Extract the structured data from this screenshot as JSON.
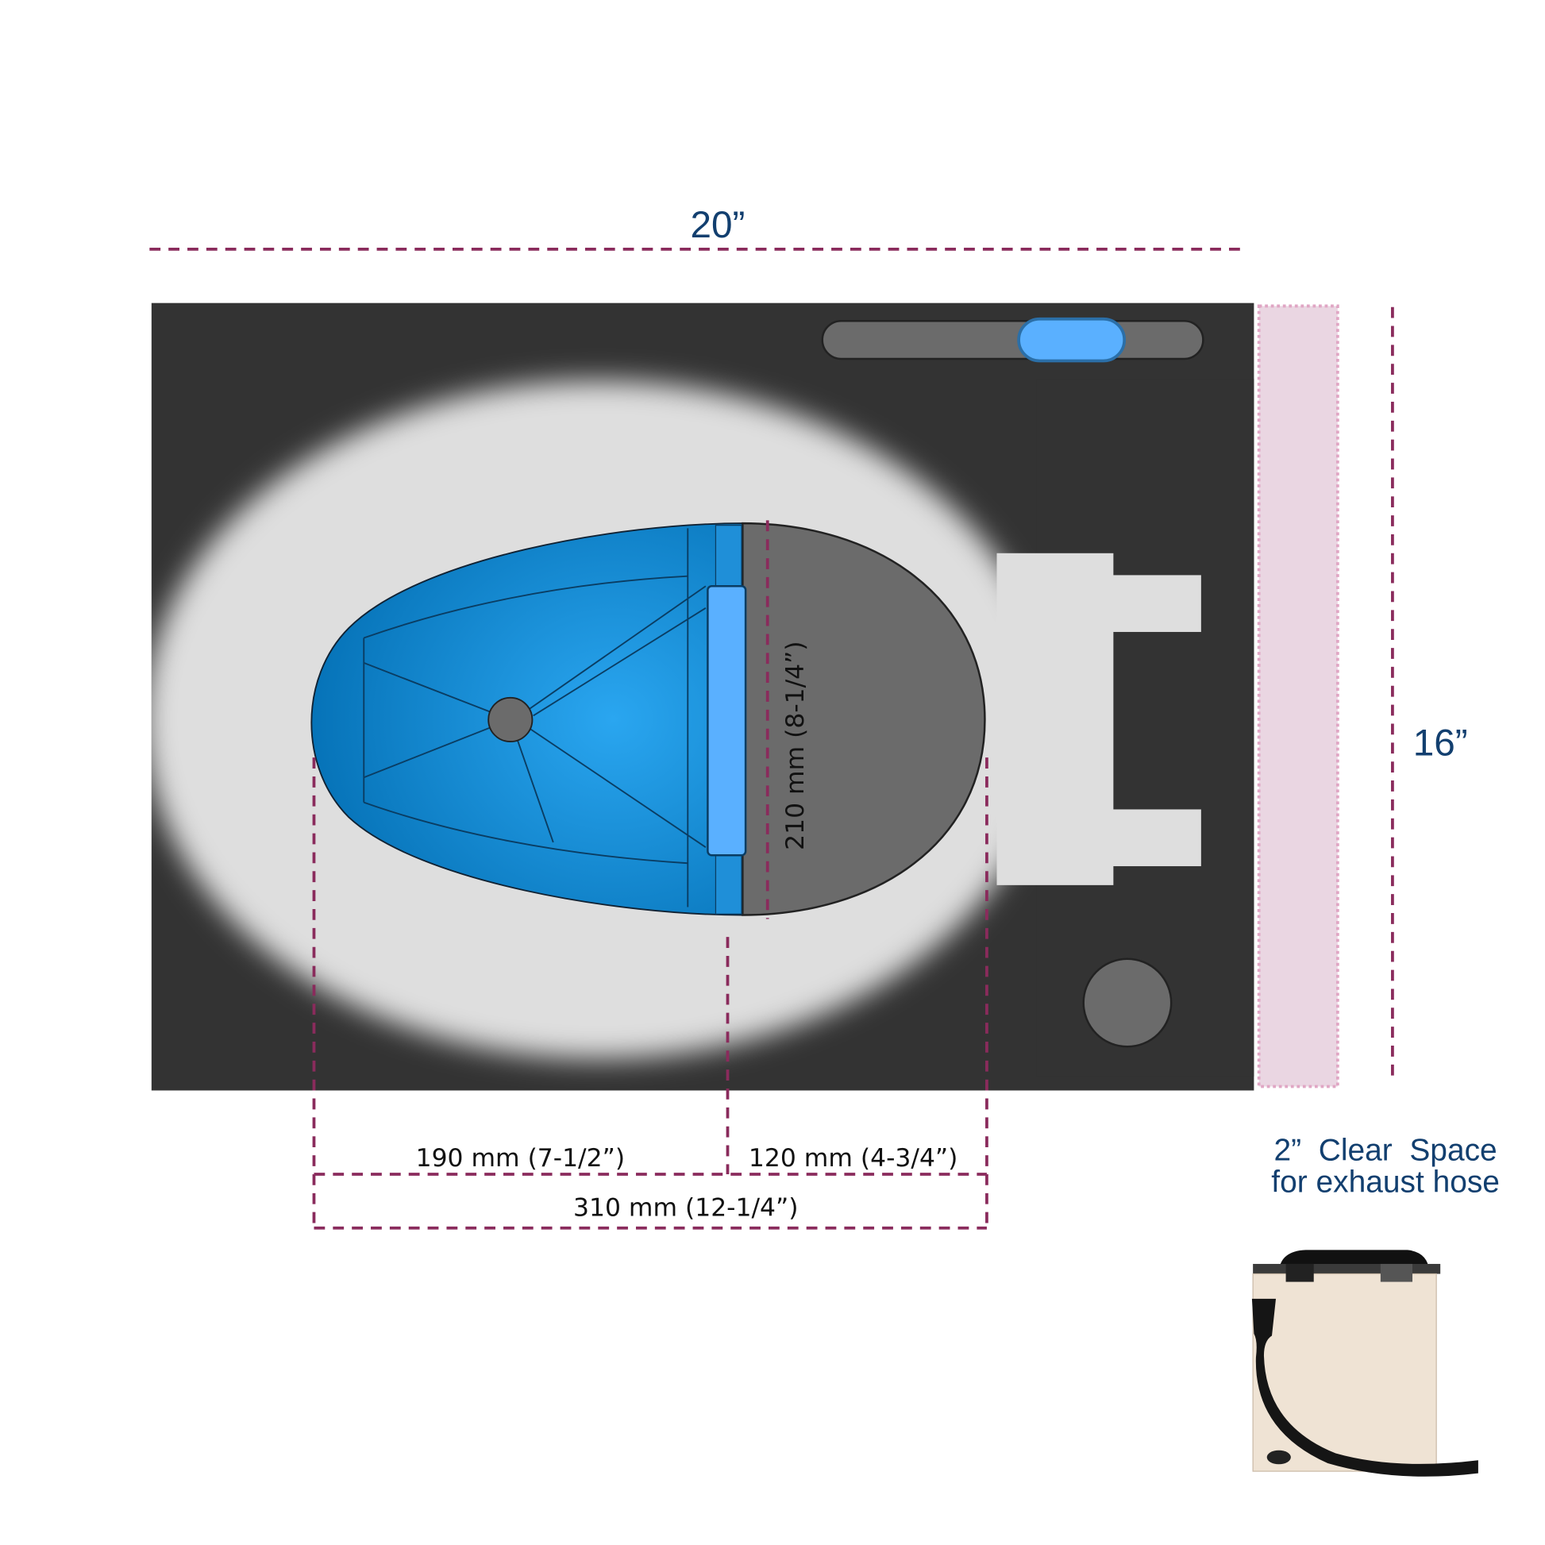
{
  "dimensions": {
    "width": "20”",
    "depth": "16”",
    "front_to_center": "190 mm (7-1/2”)",
    "center_to_rear": "120 mm (4-3/4”)",
    "opening_length": "310 mm (12-1/4”)",
    "opening_width": "210 mm (8-1/4”)"
  },
  "clearance_note": {
    "line1": "2”  Clear  Space",
    "line2": "for exhaust hose"
  },
  "colors": {
    "dimension_line": "#8a2b5c",
    "label_text": "#123f6f",
    "base": "#333333",
    "seat": "#dedede",
    "bowl_blue": "#0a8ad6",
    "accent_blue": "#5ab0ff",
    "clear_space": "#ead6e2"
  }
}
